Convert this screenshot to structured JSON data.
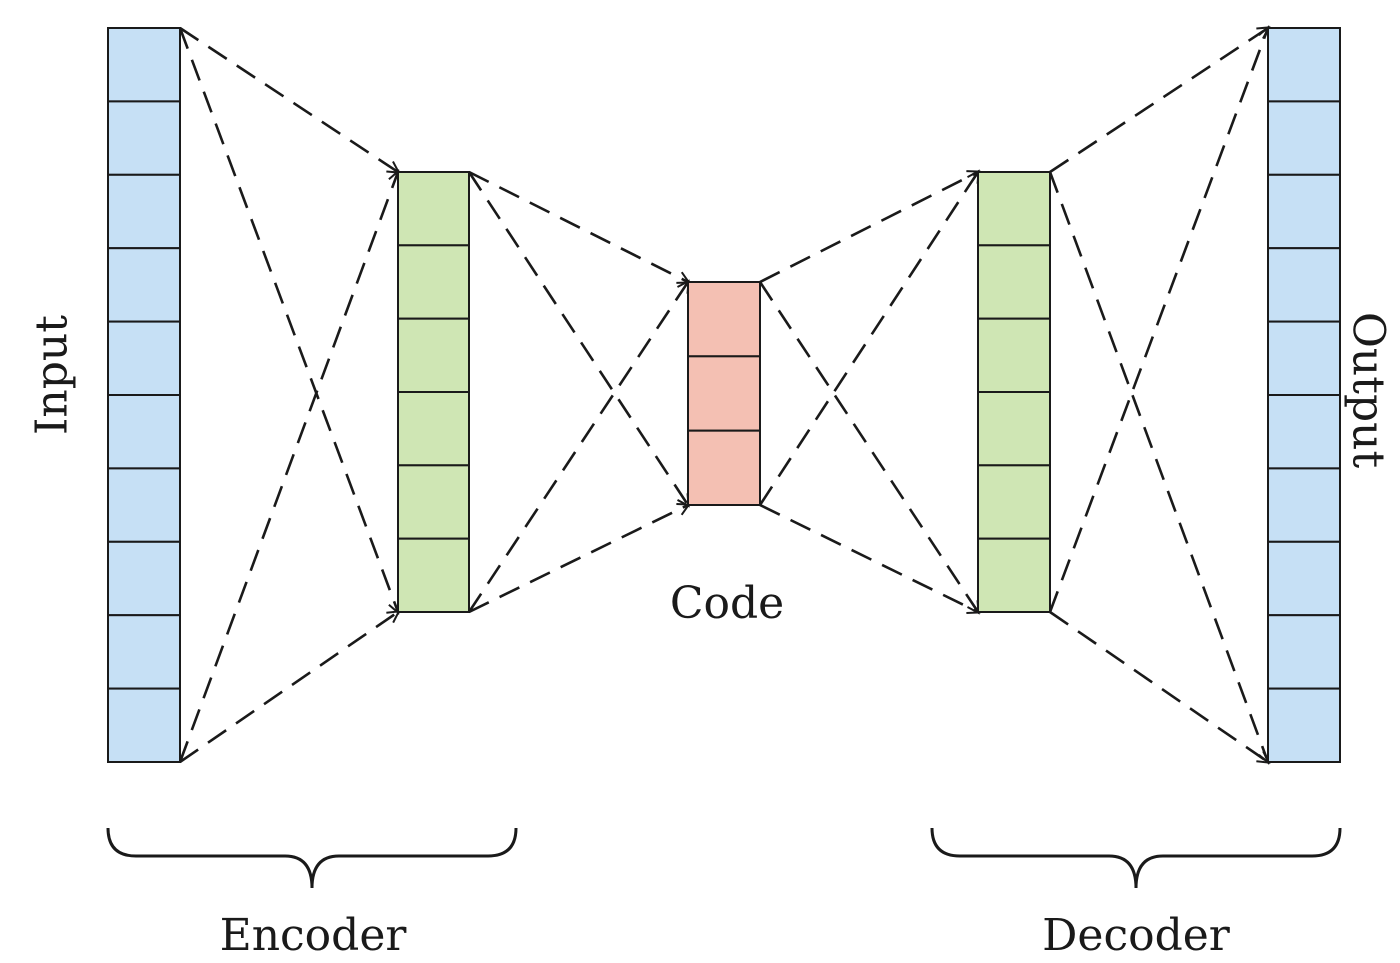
{
  "labels": {
    "input": "Input",
    "output": "Output",
    "code": "Code",
    "encoder": "Encoder",
    "decoder": "Decoder"
  },
  "layers": [
    {
      "name": "input",
      "units": 10,
      "color": "#c6e0f5"
    },
    {
      "name": "encoder-hidden",
      "units": 6,
      "color": "#cfe6b4"
    },
    {
      "name": "code",
      "units": 3,
      "color": "#f4c0b3"
    },
    {
      "name": "decoder-hidden",
      "units": 6,
      "color": "#cfe6b4"
    },
    {
      "name": "output",
      "units": 10,
      "color": "#c6e0f5"
    }
  ],
  "connection_style": "dashed-arrows"
}
